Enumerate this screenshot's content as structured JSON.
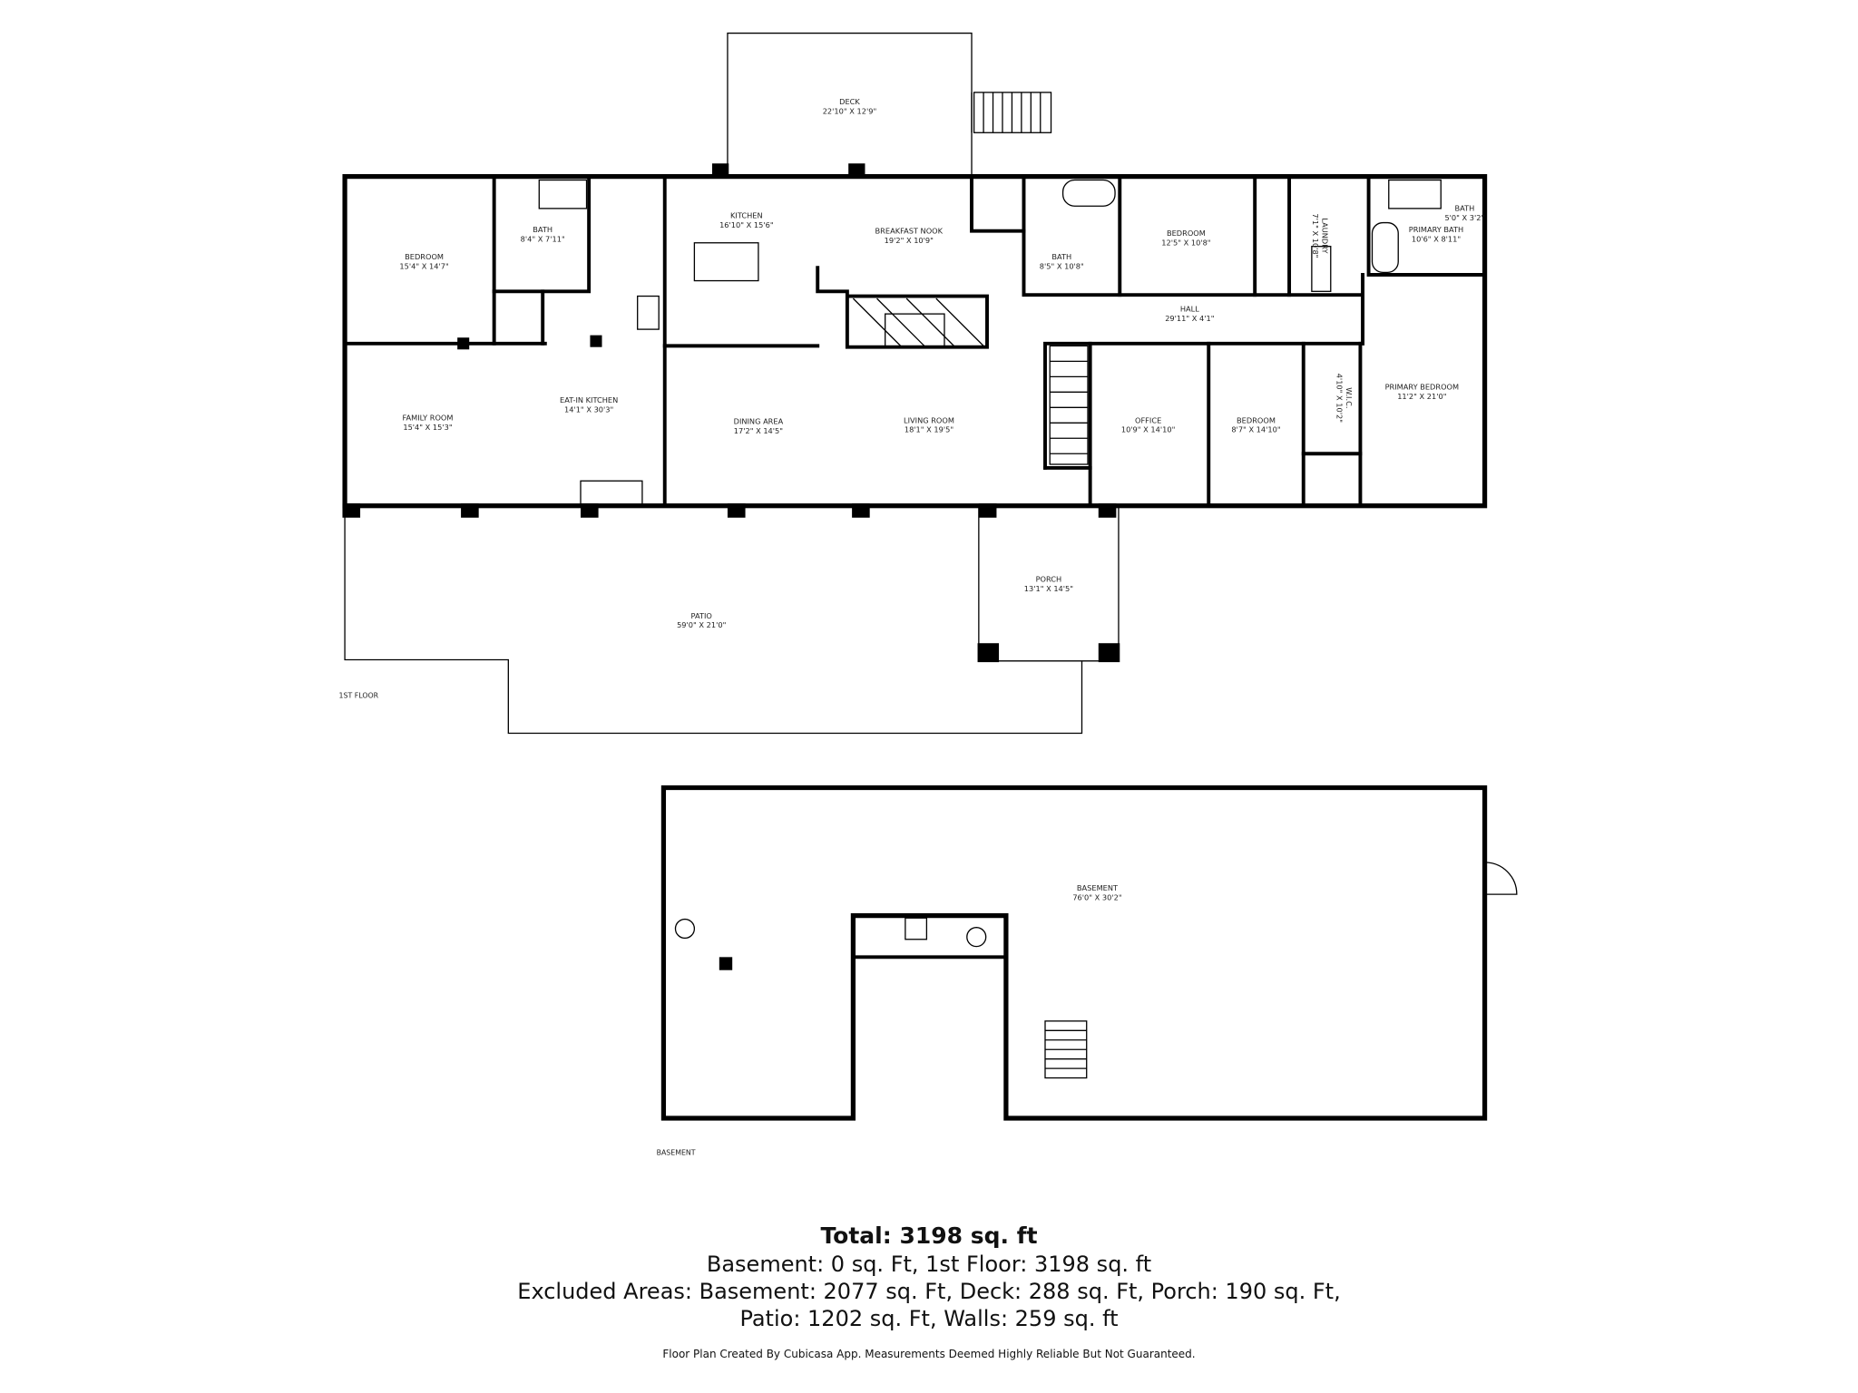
{
  "floors": {
    "first_label": "1ST FLOOR",
    "basement_label": "BASEMENT"
  },
  "rooms": [
    {
      "name": "DECK",
      "dims": "22'10\" X 12'9\""
    },
    {
      "name": "BEDROOM",
      "dims": "15'4\" X 14'7\""
    },
    {
      "name": "BATH",
      "dims": "8'4\" X 7'11\""
    },
    {
      "name": "KITCHEN",
      "dims": "16'10\" X 15'6\""
    },
    {
      "name": "BREAKFAST NOOK",
      "dims": "19'2\" X 10'9\""
    },
    {
      "name": "BATH",
      "dims": "8'5\" X 10'8\""
    },
    {
      "name": "BEDROOM",
      "dims": "12'5\" X 10'8\""
    },
    {
      "name": "LAUNDRY",
      "dims": "7'1\" X 10'8\""
    },
    {
      "name": "BATH",
      "dims": "5'0\" X 3'2\""
    },
    {
      "name": "PRIMARY BATH",
      "dims": "10'6\" X 8'11\""
    },
    {
      "name": "HALL",
      "dims": "29'11\" X 4'1\""
    },
    {
      "name": "FAMILY ROOM",
      "dims": "15'4\" X 15'3\""
    },
    {
      "name": "EAT-IN KITCHEN",
      "dims": "14'1\" X 30'3\""
    },
    {
      "name": "DINING AREA",
      "dims": "17'2\" X 14'5\""
    },
    {
      "name": "LIVING ROOM",
      "dims": "18'1\" X 19'5\""
    },
    {
      "name": "OFFICE",
      "dims": "10'9\" X 14'10\""
    },
    {
      "name": "BEDROOM",
      "dims": "8'7\" X 14'10\""
    },
    {
      "name": "W.I.C.",
      "dims": "4'10\" X 10'2\""
    },
    {
      "name": "PRIMARY BEDROOM",
      "dims": "11'2\" X 21'0\""
    },
    {
      "name": "PORCH",
      "dims": "13'1\" X 14'5\""
    },
    {
      "name": "PATIO",
      "dims": "59'0\" X 21'0\""
    },
    {
      "name": "BASEMENT",
      "dims": "76'0\" X 30'2\""
    }
  ],
  "summary": {
    "total": "Total: 3198 sq. ft",
    "line1": "Basement: 0 sq. Ft, 1st Floor: 3198 sq. ft",
    "line2": "Excluded Areas: Basement: 2077 sq. Ft, Deck: 288 sq. Ft, Porch: 190 sq. Ft,",
    "line3": "Patio: 1202 sq. Ft, Walls: 259 sq. ft",
    "disclaimer": "Floor Plan Created By Cubicasa App. Measurements Deemed Highly Reliable But Not Guaranteed."
  }
}
